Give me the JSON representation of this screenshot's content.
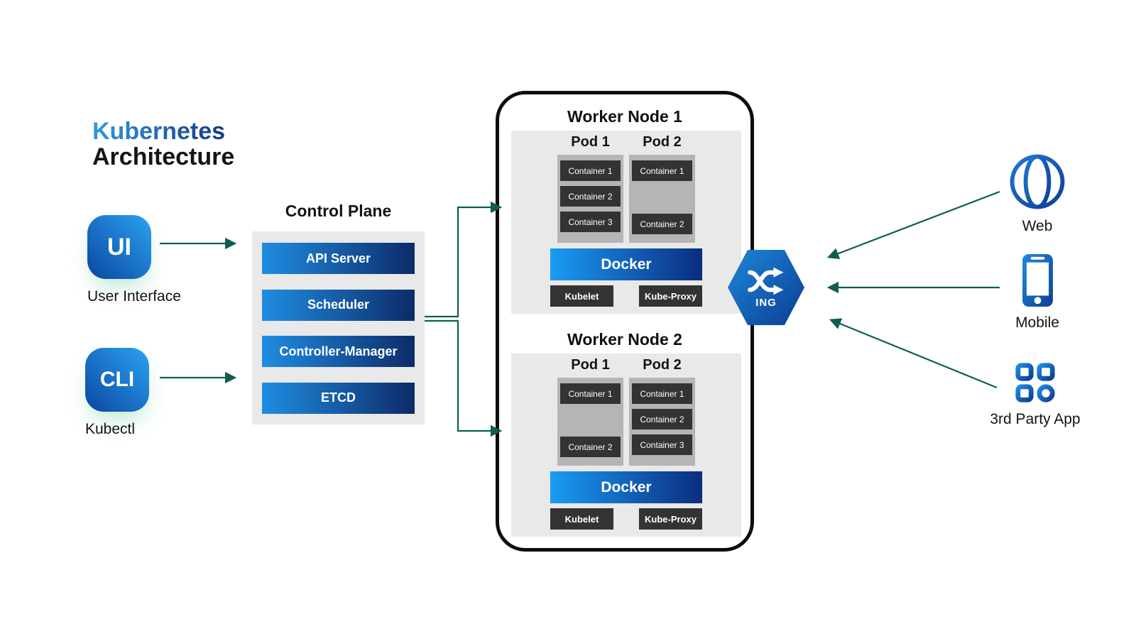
{
  "title": {
    "line1": "Kubernetes",
    "line2": "Architecture"
  },
  "clients": [
    {
      "icon_text": "UI",
      "label": "User Interface"
    },
    {
      "icon_text": "CLI",
      "label": "Kubectl"
    }
  ],
  "control_plane": {
    "title": "Control Plane",
    "components": [
      "API Server",
      "Scheduler",
      "Controller-Manager",
      "ETCD"
    ]
  },
  "worker_nodes": [
    {
      "title": "Worker Node 1",
      "pods": [
        {
          "label": "Pod 1",
          "containers": [
            "Container 1",
            "Container 2",
            "Container 3"
          ]
        },
        {
          "label": "Pod 2",
          "containers": [
            "Container 1",
            "Container 2"
          ]
        }
      ],
      "runtime": "Docker",
      "agents": [
        "Kubelet",
        "Kube-Proxy"
      ]
    },
    {
      "title": "Worker Node 2",
      "pods": [
        {
          "label": "Pod 1",
          "containers": [
            "Container 1",
            "Container 2"
          ]
        },
        {
          "label": "Pod 2",
          "containers": [
            "Container 1",
            "Container 2",
            "Container 3"
          ]
        }
      ],
      "runtime": "Docker",
      "agents": [
        "Kubelet",
        "Kube-Proxy"
      ]
    }
  ],
  "ingress": {
    "label": "ING",
    "icon": "shuffle-icon"
  },
  "external_clients": [
    {
      "label": "Web",
      "icon": "globe-icon"
    },
    {
      "label": "Mobile",
      "icon": "phone-icon"
    },
    {
      "label": "3rd Party App",
      "icon": "app-grid-icon"
    }
  ],
  "colors": {
    "blue_light": "#2ba3f2",
    "blue_dark": "#0d2b69",
    "teal_arrow": "#0e5f50",
    "panel_gray": "#e9e9e9",
    "pod_gray": "#b5b5b5",
    "container_dark": "#333333"
  }
}
